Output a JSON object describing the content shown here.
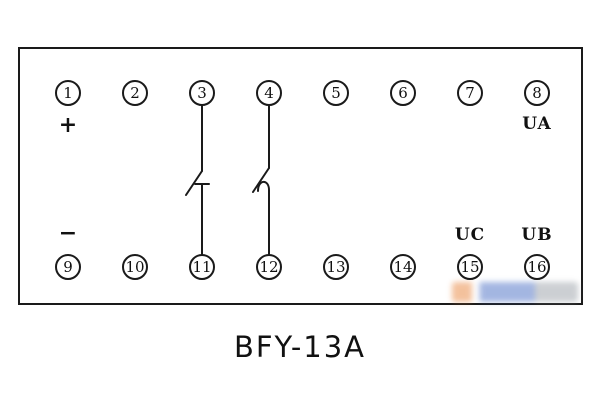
{
  "diagram": {
    "caption": "BFY-13A",
    "terminals": {
      "top": [
        "1",
        "2",
        "3",
        "4",
        "5",
        "6",
        "7",
        "8"
      ],
      "bottom": [
        "9",
        "10",
        "11",
        "12",
        "13",
        "14",
        "15",
        "16"
      ]
    },
    "labels": {
      "plus": "+",
      "minus": "−",
      "ua": "UA",
      "uc": "UC",
      "ub": "UB"
    },
    "contacts": [
      {
        "name": "contact-3-11",
        "from": "3",
        "to": "11",
        "type": "normally-open"
      },
      {
        "name": "contact-4-12",
        "from": "4",
        "to": "12",
        "type": "normally-closed"
      }
    ],
    "colors": {
      "line": "#1a1a1a",
      "background": "#ffffff",
      "watermark_orange": "#e8843c",
      "watermark_blue": "#4a6fc4"
    }
  }
}
